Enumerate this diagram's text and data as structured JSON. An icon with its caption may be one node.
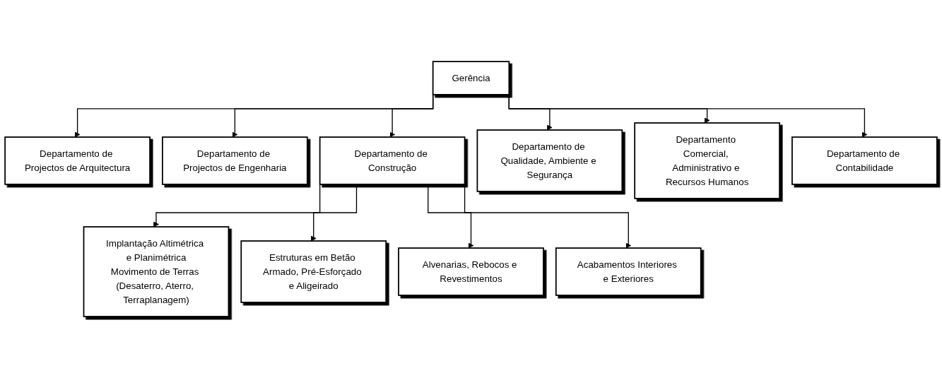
{
  "diagram": {
    "nodes": [
      {
        "text": [
          "Gerência"
        ]
      },
      {
        "text": [
          "Departamento de Projectos de Arquitectura"
        ]
      },
      {
        "text": [
          "Departamento de Projectos de Engenharia"
        ]
      },
      {
        "text": [
          "Departamento de Construção"
        ]
      },
      {
        "text": [
          "Departamento de Qualidade, Ambiente e Segurança"
        ]
      },
      {
        "text": [
          "Departamento Comercial, Administrativo e Recursos Humanos"
        ]
      },
      {
        "text": [
          "Departamento de Contabilidade"
        ]
      },
      {
        "text": [
          "Implantação Altimétrica e Planimétrica",
          "Movimento de Terras (Desaterro, Aterro, Terraplanagem)"
        ]
      },
      {
        "text": [
          "Estruturas em Betão Armado, Pré-Esforçado e Aligeirado"
        ]
      },
      {
        "text": [
          "Alvenarias, Rebocos e Revestimentos"
        ]
      },
      {
        "text": [
          "Acabamentos Interiores e Exteriores"
        ]
      }
    ],
    "edges": [
      {
        "from": 0,
        "to": 1,
        "arrow": "to"
      },
      {
        "from": 0,
        "to": 2,
        "arrow": "to"
      },
      {
        "from": 0,
        "to": 3,
        "arrow": "to"
      },
      {
        "from": 0,
        "to": 4,
        "arrow": "to"
      },
      {
        "from": 0,
        "to": 5,
        "arrow": "to"
      },
      {
        "from": 0,
        "to": 6,
        "arrow": "to"
      },
      {
        "from": 3,
        "to": 7,
        "arrow": "to"
      },
      {
        "from": 3,
        "to": 8,
        "arrow": "to"
      },
      {
        "from": 3,
        "to": 9,
        "arrow": "to"
      },
      {
        "from": 3,
        "to": 10,
        "arrow": "to"
      }
    ]
  }
}
